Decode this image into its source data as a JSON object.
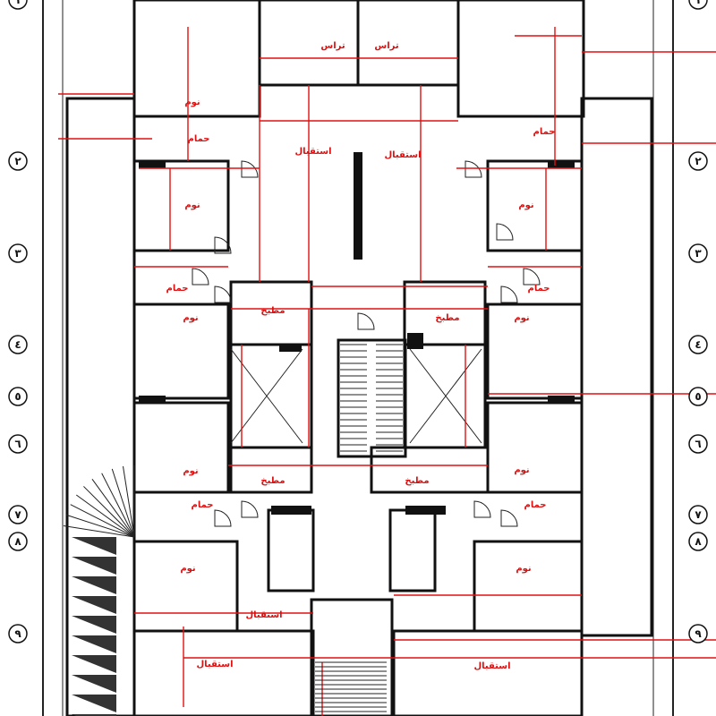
{
  "drawing": {
    "grid_labels": [
      "١",
      "٢",
      "٣",
      "٤",
      "٥",
      "٦",
      "٧",
      "٨",
      "٩"
    ],
    "room_labels": {
      "terrace": "تراس",
      "reception": "استقبال",
      "bedroom": "نوم",
      "bathroom": "حمام",
      "kitchen": "مطبخ"
    },
    "colors": {
      "walls": "#111111",
      "annotations": "#e01010",
      "background": "#ffffff"
    }
  }
}
